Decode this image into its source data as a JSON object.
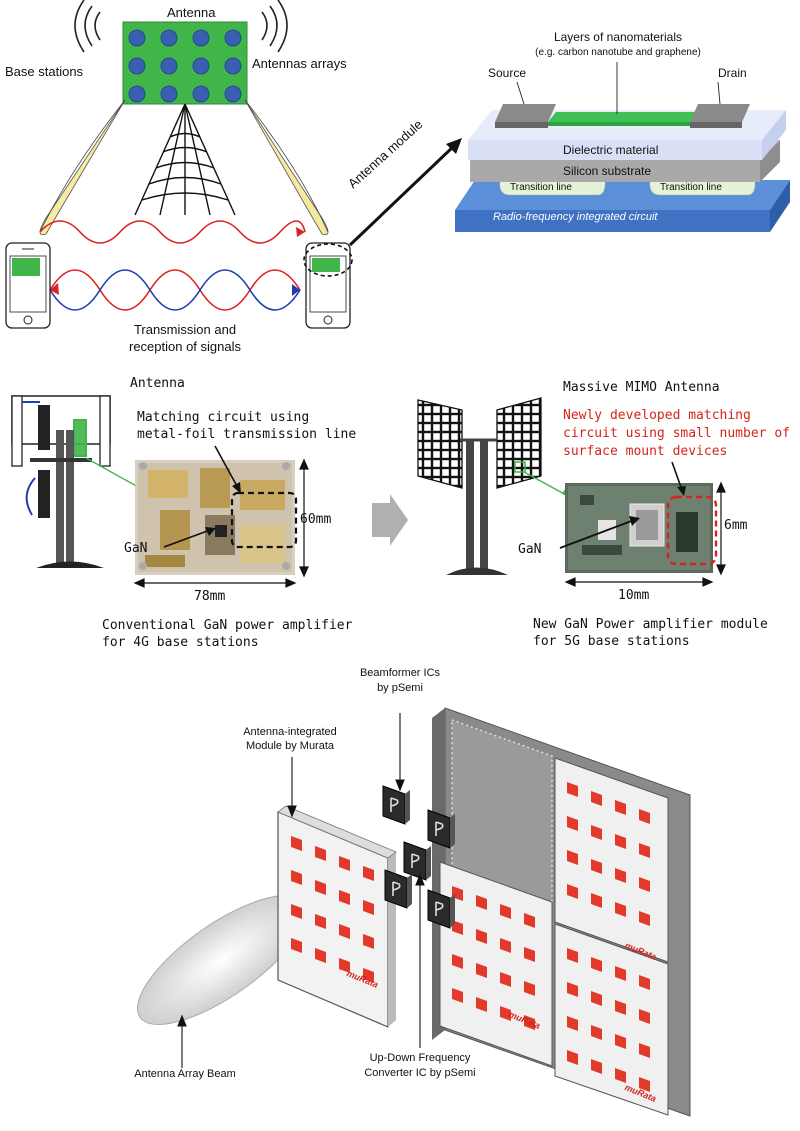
{
  "panel1": {
    "antenna": "Antenna",
    "base_stations": "Base stations",
    "antennas_arrays": "Antennas arrays",
    "antenna_module": "Antenna module",
    "layers_line1": "Layers of nanomaterials",
    "layers_line2": "(e.g. carbon nanotube and graphene)",
    "source": "Source",
    "drain": "Drain",
    "dielectric": "Dielectric material",
    "silicon": "Silicon substrate",
    "transition_left": "Transition line",
    "transition_right": "Transition line",
    "rfic": "Radio-frequency integrated circuit",
    "tx_line1": "Transmission and",
    "tx_line2": "reception of signals"
  },
  "panel2": {
    "antenna": "Antenna",
    "matching_line1": "Matching circuit using",
    "matching_line2": "metal-foil transmission line",
    "dim_height_left": "60mm",
    "gan_left": "GaN",
    "dim_width_left": "78mm",
    "caption_left_line1": "Conventional GaN power amplifier",
    "caption_left_line2": "for 4G base stations",
    "massive_mimo": "Massive MIMO Antenna",
    "new_matching_line1": "Newly developed matching",
    "new_matching_line2": "circuit using small number of",
    "new_matching_line3": "surface mount devices",
    "dim_height_right": "6mm",
    "gan_right": "GaN",
    "dim_width_right": "10mm",
    "caption_right_line1": "New GaN Power amplifier module",
    "caption_right_line2": "for 5G base stations",
    "highlight_color": "#d2261c"
  },
  "panel3": {
    "beamformer_line1": "Beamformer ICs",
    "beamformer_line2": "by pSemi",
    "antenna_module_line1": "Antenna-integrated",
    "antenna_module_line2": "Module by Murata",
    "converter_line1": "Up-Down Frequency",
    "converter_line2": "Converter IC by pSemi",
    "beam": "Antenna Array Beam",
    "brand": "muRata",
    "patch_color": "#e23a2a"
  }
}
